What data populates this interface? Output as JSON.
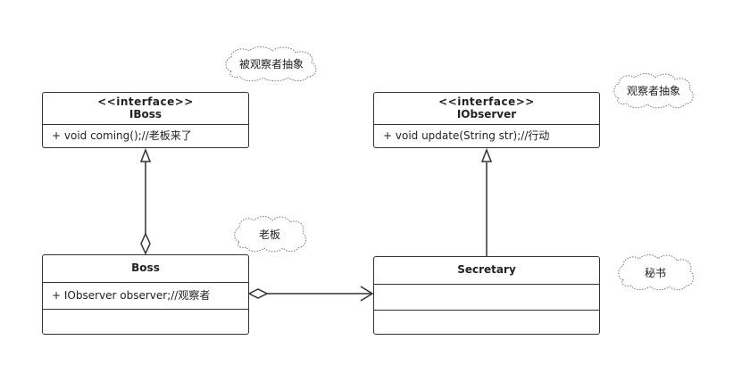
{
  "classes": {
    "iboss": {
      "stereotype": "<<interface>>",
      "name": "IBoss",
      "members": [
        "+ void coming();//老板来了"
      ]
    },
    "iobserver": {
      "stereotype": "<<interface>>",
      "name": "IObserver",
      "members": [
        "+ void update(String str);//行动"
      ]
    },
    "boss": {
      "name": "Boss",
      "members": [
        "+ IObserver observer;//观察者"
      ]
    },
    "secretary": {
      "name": "Secretary",
      "members": []
    }
  },
  "notes": {
    "iboss_note": "被观察者抽象",
    "iobserver_note": "观察者抽象",
    "boss_note": "老板",
    "secretary_note": "秘书"
  },
  "relations": [
    {
      "type": "realization",
      "from": "Boss",
      "to": "IBoss"
    },
    {
      "type": "realization",
      "from": "Secretary",
      "to": "IObserver"
    },
    {
      "type": "aggregation",
      "from": "Boss",
      "to": "Secretary"
    }
  ],
  "colors": {
    "line": "#333333",
    "note_border": "#777777",
    "background": "#ffffff"
  }
}
